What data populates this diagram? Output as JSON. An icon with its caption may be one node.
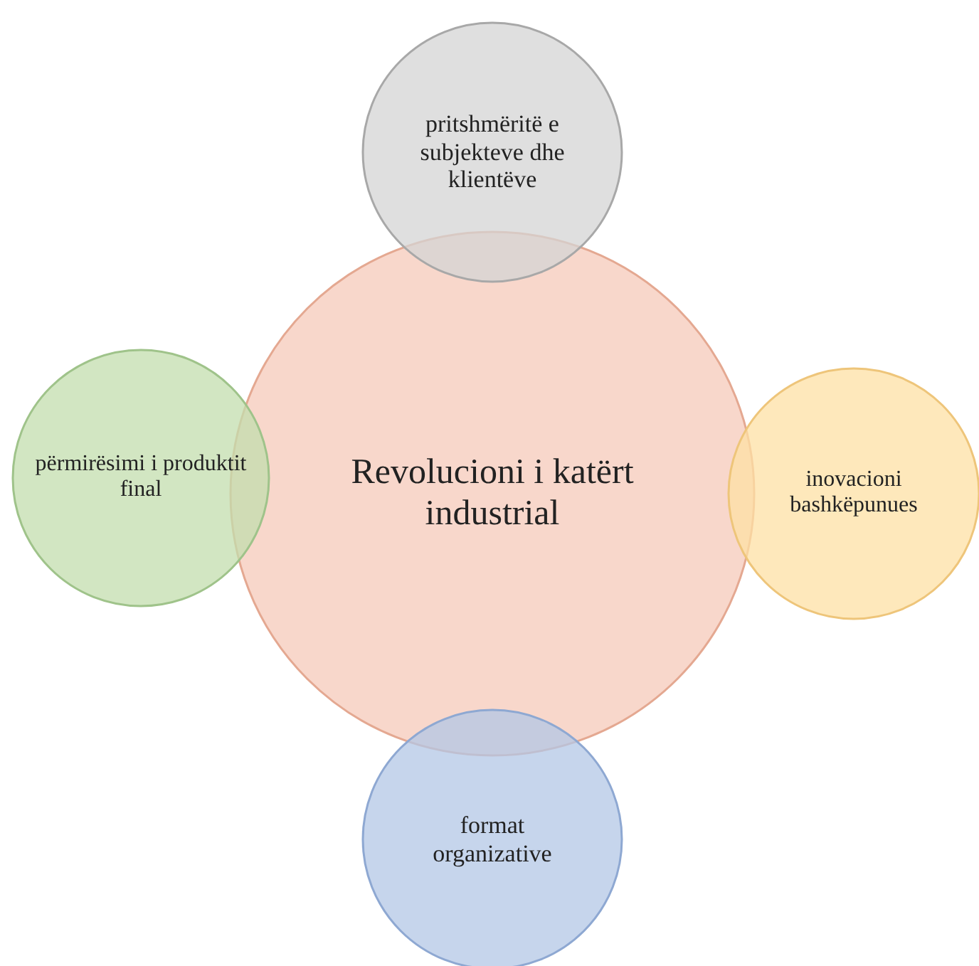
{
  "diagram": {
    "nodes": [
      {
        "text": [
          "pritshmëritë e subjekteve dhe klientëve"
        ]
      },
      {
        "text": [
          "përmirësimi i produktit final"
        ]
      },
      {
        "text": [
          "Revolucioni i katërt industrial"
        ]
      },
      {
        "text": [
          "inovacioni bashkëpunues"
        ]
      },
      {
        "text": [
          "format organizative"
        ]
      }
    ]
  }
}
